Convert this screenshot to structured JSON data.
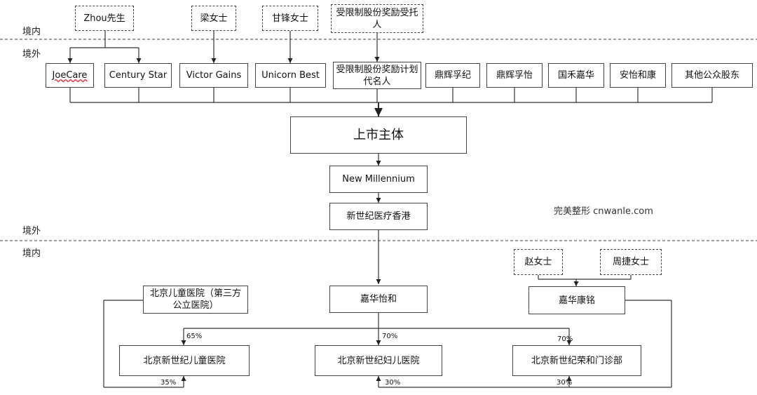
{
  "regions": {
    "domestic": "境内",
    "overseas": "境外"
  },
  "top_individuals": {
    "zhou": "Zhou先生",
    "liang": "梁女士",
    "gan": "甘锋女士",
    "trustee": "受限制股份奖励受托人"
  },
  "shareholders": {
    "joecare": "JoeCare",
    "century_star": "Century Star",
    "victor_gains": "Victor Gains",
    "unicorn_best": "Unicorn Best",
    "nominee": "受限制股份奖励计划代名人",
    "dinghui_fuji": "鼎辉孚纪",
    "dinghui_fuyi": "鼎辉孚怡",
    "guohe_jiahua": "国禾嘉华",
    "anyi_hekang": "安怡和康",
    "public": "其他公众股东"
  },
  "listed_entity": "上市主体",
  "new_millennium": "New Millennium",
  "hk_entity": "新世纪医疗香港",
  "watermark": "完美整形 cnwanle.com",
  "domestic_entities": {
    "childrens_hospital": "北京儿童医院（第三方公立医院）",
    "jiahua_yihe": "嘉华怡和",
    "jiahua_kangming": "嘉华康铭",
    "ms_zhao": "赵女士",
    "ms_zhou_jie": "周捷女士",
    "nm_childrens": "北京新世纪儿童医院",
    "nm_women_children": "北京新世纪妇儿医院",
    "nm_clinic": "北京新世纪荣和门诊部"
  },
  "percentages": {
    "children_65": "65%",
    "children_35": "35%",
    "women_70": "70%",
    "women_30": "30%",
    "clinic_70": "70%",
    "clinic_30": "30%"
  }
}
